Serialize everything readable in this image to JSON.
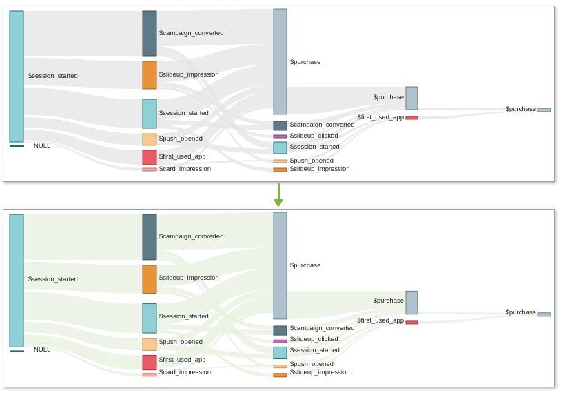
{
  "events": {
    "session_started": "$session_started",
    "null_node": "NULL",
    "campaign_converted": "$campaign_converted",
    "slideup_impression": "$slideup_impression",
    "push_opened": "$push_opened",
    "first_used_app": "$first_used_app",
    "card_impression": "$card_impression",
    "purchase": "$purchase",
    "slideup_clicked": "$slideup_clicked"
  },
  "colors": {
    "session_started": "#8ed0d6",
    "campaign_converted": "#5f7a87",
    "slideup_impression": "#e8923a",
    "push_opened": "#f6c893",
    "first_used_app": "#e85b64",
    "card_impression": "#f2aab1",
    "slideup_clicked": "#b473b4",
    "purchase": "#aec2cd",
    "null_node": "#1e6a70",
    "flow_before": "#e6e6e6",
    "flow_after": "#e9f1e1",
    "arrow": "#7cb83e"
  },
  "panels": [
    {
      "id": "before",
      "flow_style": "grey"
    },
    {
      "id": "after",
      "flow_style": "green-highlight"
    }
  ],
  "chart_data": {
    "type": "sankey",
    "title": "",
    "description": "Event-flow Sankey shown twice (top: grey flows, bottom: same diagram with green-highlighted flows) separated by a green down arrow. No numeric values are displayed.",
    "steps": [
      {
        "step": 1,
        "nodes": [
          "$session_started",
          "NULL"
        ]
      },
      {
        "step": 2,
        "nodes": [
          "$campaign_converted",
          "$slideup_impression",
          "$session_started",
          "$push_opened",
          "$first_used_app",
          "$card_impression"
        ]
      },
      {
        "step": 3,
        "nodes": [
          "$purchase",
          "$campaign_converted",
          "$slideup_clicked",
          "$session_started",
          "$push_opened",
          "$slideup_impression"
        ]
      },
      {
        "step": 4,
        "nodes": [
          "$purchase",
          "$first_used_app"
        ]
      },
      {
        "step": 5,
        "nodes": [
          "$purchase"
        ]
      }
    ],
    "links": [
      {
        "from": "1:$session_started",
        "to": "2:$campaign_converted"
      },
      {
        "from": "1:$session_started",
        "to": "2:$slideup_impression"
      },
      {
        "from": "1:$session_started",
        "to": "2:$session_started"
      },
      {
        "from": "1:$session_started",
        "to": "2:$push_opened"
      },
      {
        "from": "1:$session_started",
        "to": "2:$first_used_app"
      },
      {
        "from": "1:$session_started",
        "to": "2:$card_impression"
      },
      {
        "from": "2:$campaign_converted",
        "to": "3:$purchase"
      },
      {
        "from": "2:$campaign_converted",
        "to": "3:$session_started"
      },
      {
        "from": "2:$campaign_converted",
        "to": "3:$push_opened"
      },
      {
        "from": "2:$slideup_impression",
        "to": "3:$purchase"
      },
      {
        "from": "2:$slideup_impression",
        "to": "3:$campaign_converted"
      },
      {
        "from": "2:$slideup_impression",
        "to": "3:$slideup_clicked"
      },
      {
        "from": "2:$session_started",
        "to": "3:$purchase"
      },
      {
        "from": "2:$session_started",
        "to": "3:$campaign_converted"
      },
      {
        "from": "2:$session_started",
        "to": "3:$slideup_impression"
      },
      {
        "from": "2:$push_opened",
        "to": "3:$purchase"
      },
      {
        "from": "2:$push_opened",
        "to": "3:$session_started"
      },
      {
        "from": "2:$first_used_app",
        "to": "3:$purchase"
      },
      {
        "from": "2:$card_impression",
        "to": "3:$purchase"
      },
      {
        "from": "3:$purchase",
        "to": "4:$purchase"
      },
      {
        "from": "3:$campaign_converted",
        "to": "4:$purchase"
      },
      {
        "from": "3:$slideup_clicked",
        "to": "4:$purchase"
      },
      {
        "from": "3:$session_started",
        "to": "4:$purchase"
      },
      {
        "from": "3:$session_started",
        "to": "4:$first_used_app"
      },
      {
        "from": "3:$push_opened",
        "to": "4:$first_used_app"
      },
      {
        "from": "3:$slideup_impression",
        "to": "4:$first_used_app"
      },
      {
        "from": "4:$purchase",
        "to": "5:$purchase"
      },
      {
        "from": "4:$first_used_app",
        "to": "5:$purchase"
      }
    ],
    "legend_position": "none",
    "grid": false
  }
}
